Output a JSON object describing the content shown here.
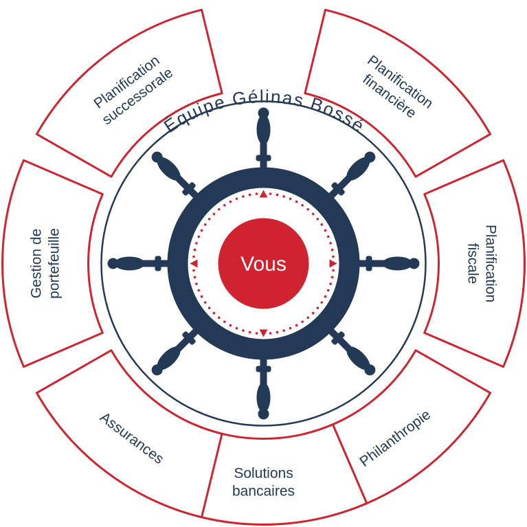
{
  "colors": {
    "accent": "#d0232f",
    "navy": "#243956",
    "background": "#ffffff"
  },
  "team": {
    "name": "Équipe Gélinas Bossé"
  },
  "center": {
    "label": "Vous"
  },
  "wheel": {
    "icon": "ship-wheel-icon"
  },
  "segments": [
    {
      "id": "planification-financiere",
      "lines": [
        "Planification",
        "financière"
      ]
    },
    {
      "id": "planification-fiscale",
      "lines": [
        "Planification",
        "fiscale"
      ]
    },
    {
      "id": "philanthropie",
      "lines": [
        "Philanthropie"
      ]
    },
    {
      "id": "solutions-bancaires",
      "lines": [
        "Solutions",
        "bancaires"
      ]
    },
    {
      "id": "assurances",
      "lines": [
        "Assurances"
      ]
    },
    {
      "id": "gestion-de-portefeuille",
      "lines": [
        "Gestion de",
        "portefeuille"
      ]
    },
    {
      "id": "planification-successorale",
      "lines": [
        "Planification",
        "successorale"
      ]
    }
  ]
}
